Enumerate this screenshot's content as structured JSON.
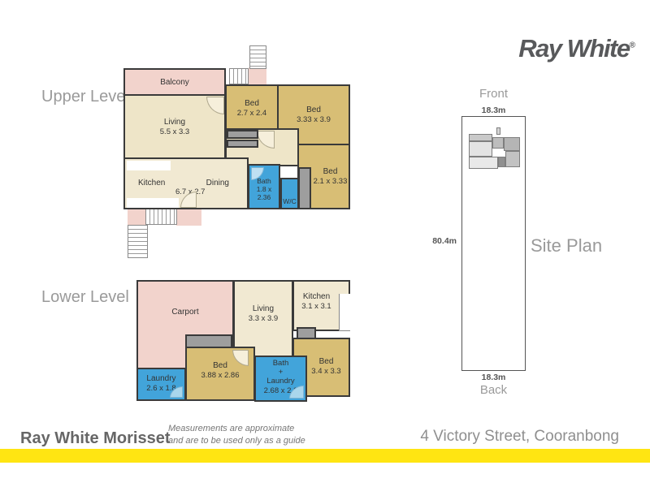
{
  "branding": {
    "logo": "Ray White",
    "registered": "®",
    "office": "Ray White Morisset",
    "address": "4 Victory Street, Cooranbong",
    "accent_yellow": "#FFE512",
    "logo_gray": "#58595B"
  },
  "disclaimer": [
    "Measurements are approximate",
    "and are to be used only as a guide"
  ],
  "levels": {
    "upper": {
      "label": "Upper Level",
      "rooms": {
        "balcony": {
          "name": "Balcony"
        },
        "living": {
          "name": "Living",
          "dims": "5.5 x 3.3"
        },
        "bed1": {
          "name": "Bed",
          "dims": "2.7 x 2.4"
        },
        "bed2": {
          "name": "Bed",
          "dims": "3.33 x 3.9"
        },
        "kitchen": {
          "name": "Kitchen"
        },
        "dining": {
          "name": "Dining"
        },
        "kitchen_dining_dims": "6.7 x 2.7",
        "bath": {
          "name": "Bath",
          "dims": "1.8 x 2.36"
        },
        "wc": {
          "name": "W/C"
        },
        "bed3": {
          "name": "Bed",
          "dims": "2.1 x 3.33"
        }
      }
    },
    "lower": {
      "label": "Lower Level",
      "rooms": {
        "carport": {
          "name": "Carport"
        },
        "living": {
          "name": "Living",
          "dims": "3.3 x 3.9"
        },
        "kitchen": {
          "name": "Kitchen",
          "dims": "3.1 x 3.1"
        },
        "laundry": {
          "name": "Laundry",
          "dims": "2.6 x 1.8"
        },
        "bed1": {
          "name": "Bed",
          "dims": "3.88 x 2.86"
        },
        "bath_laundry": {
          "line1": "Bath",
          "line2": "+",
          "line3": "Laundry",
          "dims": "2.68 x 2.3"
        },
        "bed2": {
          "name": "Bed",
          "dims": "3.4 x 3.3"
        }
      }
    }
  },
  "site_plan": {
    "title": "Site Plan",
    "front_label": "Front",
    "back_label": "Back",
    "front_width": "18.3m",
    "back_width": "18.3m",
    "depth": "80.4m"
  },
  "room_colors": {
    "bedroom_tan": "#D8BE75",
    "living_cream": "#EEE5C8",
    "wet_area_blue": "#42A4DA",
    "outdoor_pink": "#F2D3CC",
    "wardrobe_gray": "#9E9E9E",
    "wall": "#3A3A3A"
  }
}
